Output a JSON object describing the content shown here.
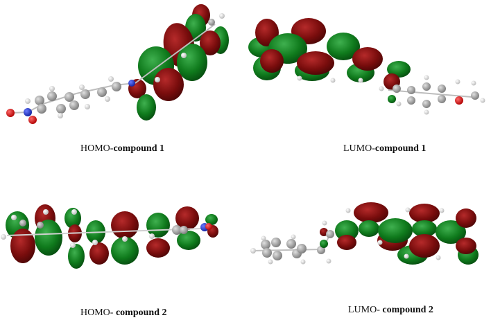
{
  "figure": {
    "colors": {
      "positive_lobe": "#7a0d0d",
      "negative_lobe": "#0f7a1c",
      "carbon": "#9a9a9a",
      "hydrogen": "#e6e6e6",
      "nitrogen": "#1a2fd0",
      "oxygen": "#e01010",
      "background": "#ffffff"
    },
    "panels": [
      {
        "id": "homo-1",
        "orbital": "HOMO",
        "sep": "-",
        "compound": "compound 1"
      },
      {
        "id": "lumo-1",
        "orbital": "LUMO",
        "sep": "-",
        "compound": "compound 1"
      },
      {
        "id": "homo-2",
        "orbital": "HOMO",
        "sep": "- ",
        "compound": "compound 2"
      },
      {
        "id": "lumo-2",
        "orbital": "LUMO",
        "sep": "- ",
        "compound": "compound 2"
      }
    ]
  }
}
